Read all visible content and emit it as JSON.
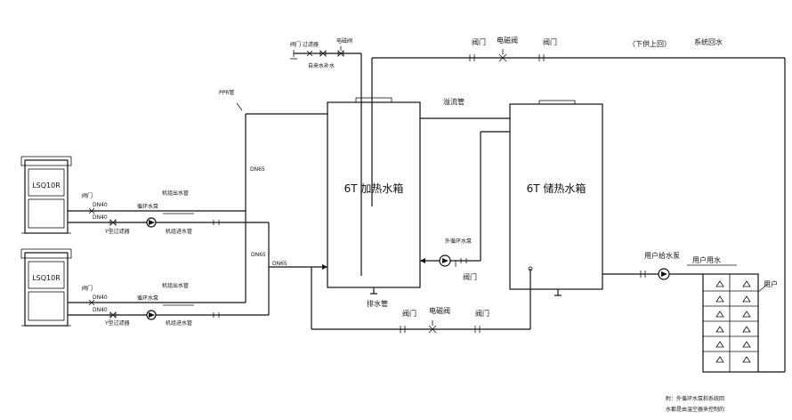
{
  "labels": {
    "heat_tank": "6T 加热水箱",
    "storage_tank": "6T 储热水箱",
    "overflow_pipe": "溢流管",
    "ppr_pipe": "PPR管",
    "drain_pipe": "排水管",
    "dn65_a": "DN65",
    "dn65_b": "DN65",
    "dn65_c": "DN65",
    "top_valve_filter": "阀门 过滤器",
    "top_solenoid": "电磁阀",
    "tap_water_inlet": "自来水补水",
    "valve_top_1": "阀门",
    "solenoid_top": "电磁阀",
    "valve_top_2": "阀门",
    "supply_note": "（下供上回）",
    "return_water": "系统回水",
    "ext_pump": "外循环水泵",
    "valve_ext": "阀门",
    "bottom_valve_1": "阀门",
    "bottom_solenoid": "电磁阀",
    "bottom_valve_2": "阀门",
    "user_supply_pump": "用户给水泵",
    "user_water": "用户用水",
    "user": "用户",
    "note_line1": "附：外循环水泵和系统回",
    "note_line2": "水都是由温空器来控制的"
  },
  "units": [
    {
      "name": "LSQ10R",
      "valve": "阀门",
      "dn40_out": "DN40",
      "dn40_in": "DN40",
      "outlet_pipe": "机组出水管",
      "circ_pump": "循环水泵",
      "inlet_pipe": "机组进水管",
      "y_filter": "Y型过滤器"
    },
    {
      "name": "LSQ10R",
      "valve": "阀门",
      "dn40_out": "DN40",
      "dn40_in": "DN40",
      "outlet_pipe": "机组出水管",
      "circ_pump": "循环水泵",
      "inlet_pipe": "机组进水管",
      "y_filter": "Y型过滤器"
    }
  ]
}
